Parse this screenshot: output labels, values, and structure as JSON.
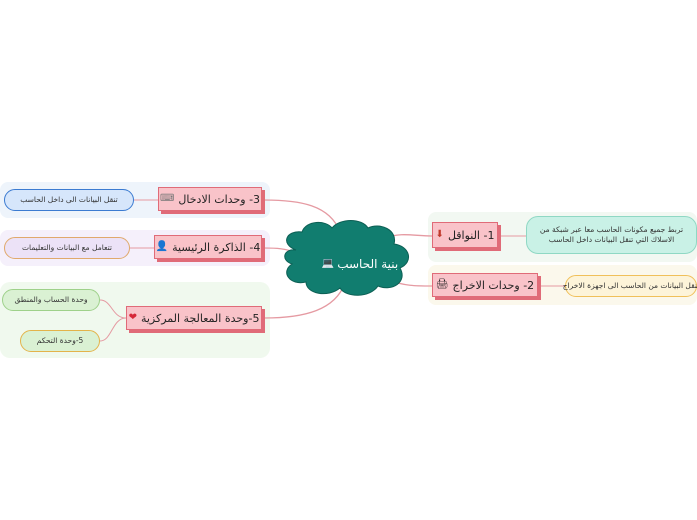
{
  "colors": {
    "center_fill": "#117d6f",
    "node_fill": "#f9c3c9",
    "node_border": "#e06b78",
    "link": "#e59aa2"
  },
  "center": {
    "label": "بنية الحاسب",
    "icon": "laptop-icon",
    "icon_glyph": "💻"
  },
  "branches": {
    "b1": {
      "label": "1- النواقل",
      "icon": "down-arrow-icon",
      "icon_glyph": "⬇"
    },
    "b2": {
      "label": "2- وحدات الاخراج",
      "icon": "printer-icon",
      "icon_glyph": "🖨"
    },
    "b3": {
      "label": "3- وحدات الادخال",
      "icon": "keyboard-icon",
      "icon_glyph": "⌨"
    },
    "b4": {
      "label": "4- الذاكرة الرئيسية",
      "icon": "person-icon",
      "icon_glyph": "👤"
    },
    "b5": {
      "label": "5-وحدة المعالجة المركزية",
      "icon": "heart-icon",
      "icon_glyph": "❤"
    }
  },
  "leaves": {
    "b1_desc_line1": "تربط جميع مكونات الحاسب معا عبر شبكة من",
    "b1_desc_line2": "الاسلاك التي تنقل البيانات داخل الحاسب",
    "b2_desc": "تنقل البيانات من الحاسب الى اجهزة الاخراج",
    "b3_desc": "تنقل البيانات الى داخل الحاسب",
    "b4_desc": "تتعامل مع البيانات والتعليمات",
    "b5_alu": "وحدة الحساب والمنطق",
    "b5_cu": "5-وحدة التحكم"
  }
}
